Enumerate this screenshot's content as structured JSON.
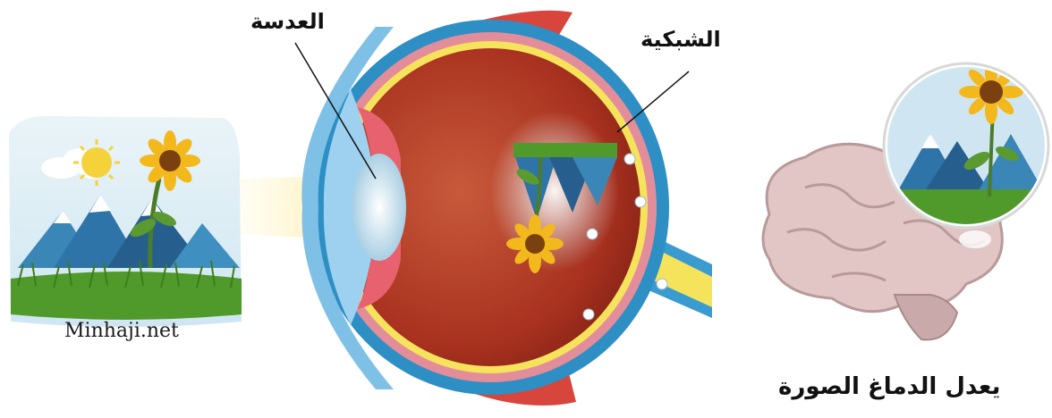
{
  "labels": {
    "lens": "العدسة",
    "retina": "الشبكية",
    "brain_caption": "يعدل الدماغ الصورة"
  },
  "watermark": "Minhaji.net",
  "colors": {
    "sky": "#cfe6f2",
    "mountain_blue": "#2f74a8",
    "grass": "#4f9a2a",
    "sunflower": "#f3b81c",
    "eye_outer": "#2e8fc4",
    "eye_inner": "#b23a24",
    "retina_yellow": "#f6e35c",
    "brain_pink": "#e2c6c6",
    "muscle_red": "#d8453c"
  }
}
